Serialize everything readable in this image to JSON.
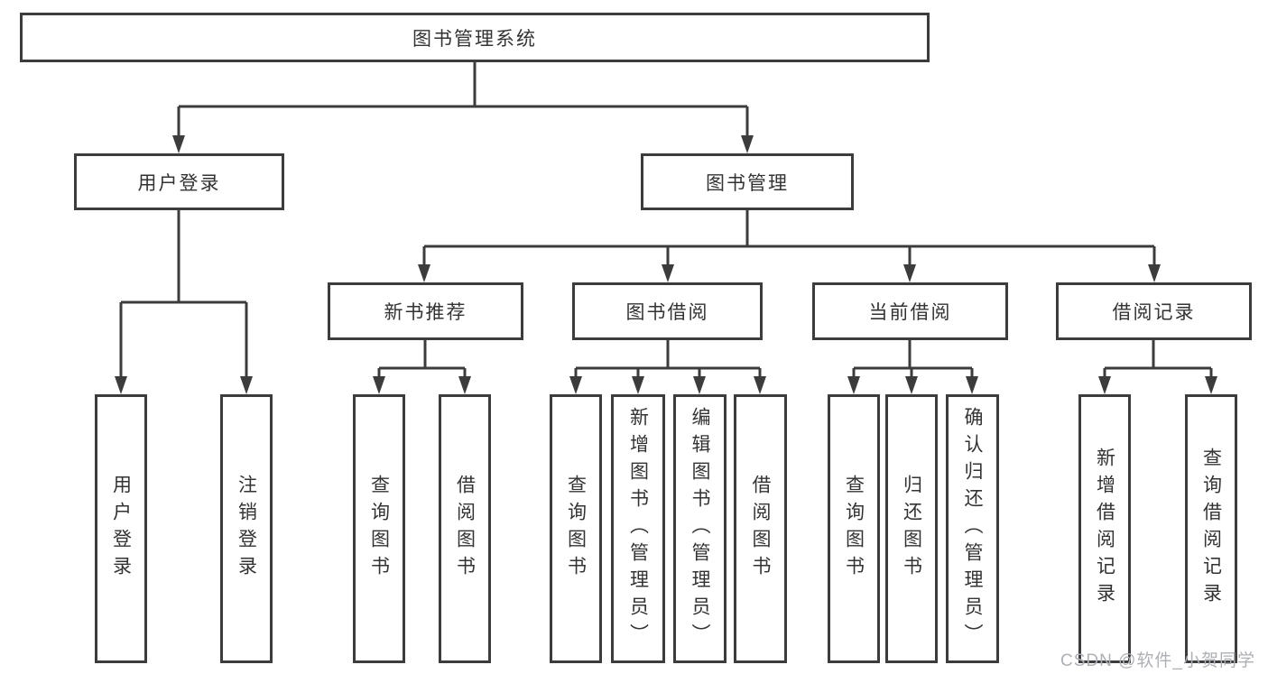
{
  "nodes": {
    "root": "图书管理系统",
    "level2": [
      "用户登录",
      "图书管理"
    ],
    "level3": [
      "新书推荐",
      "图书借阅",
      "当前借阅",
      "借阅记录"
    ],
    "leaves": [
      "用户登录",
      "注销登录",
      "查询图书",
      "借阅图书",
      "查询图书",
      "新增图书（管理员）",
      "编辑图书（管理员）",
      "借阅图书",
      "查询图书",
      "归还图书",
      "确认归还（管理员）",
      "新增借阅记录",
      "查询借阅记录"
    ]
  },
  "structure": {
    "图书管理系统": {
      "用户登录": [
        "用户登录",
        "注销登录"
      ],
      "图书管理": {
        "新书推荐": [
          "查询图书",
          "借阅图书"
        ],
        "图书借阅": [
          "查询图书",
          "新增图书（管理员）",
          "编辑图书（管理员）",
          "借阅图书"
        ],
        "当前借阅": [
          "查询图书",
          "归还图书",
          "确认归还（管理员）"
        ],
        "借阅记录": [
          "新增借阅记录",
          "查询借阅记录"
        ]
      }
    }
  },
  "watermark": "CSDN @软件_小贺同学",
  "colors": {
    "line": "#3c3c3c",
    "text": "#333333",
    "watermark": "#adb0b5",
    "background": "#ffffff"
  }
}
